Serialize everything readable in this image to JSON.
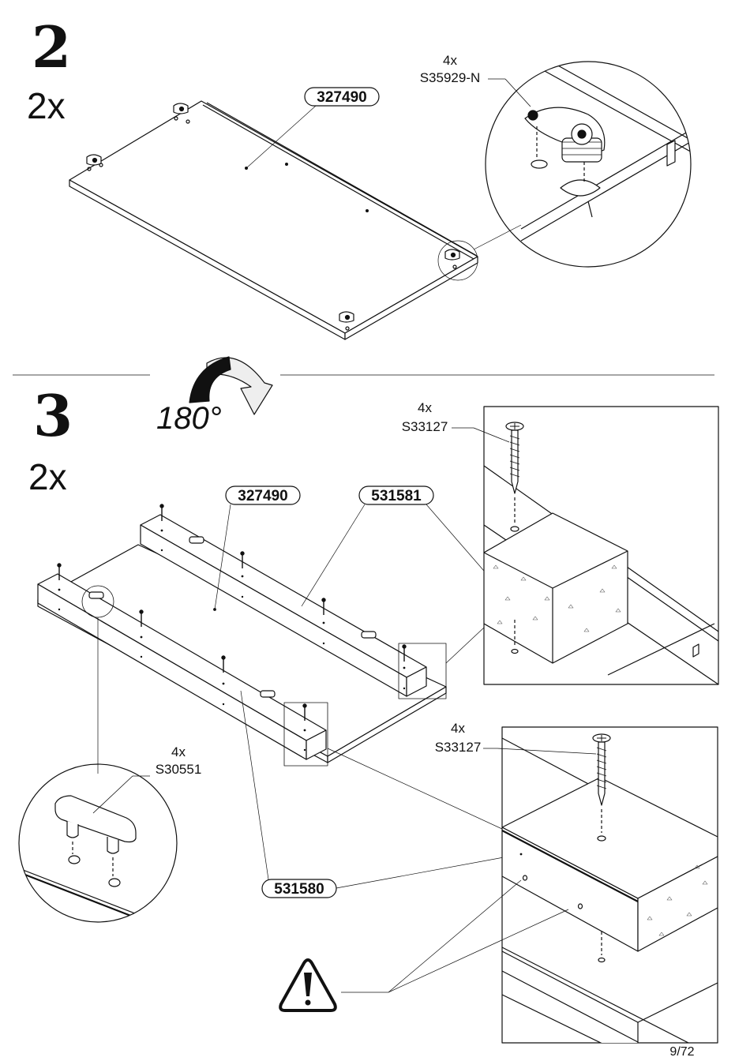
{
  "step2": {
    "number": "2",
    "quantity": "2x",
    "part_label": "327490",
    "fitting": {
      "qty": "4x",
      "code": "S35929-N"
    }
  },
  "rotation": {
    "text": "180°"
  },
  "step3": {
    "number": "3",
    "quantity": "2x",
    "part_a": "327490",
    "part_b": "531581",
    "part_c": "531580",
    "screw_top": {
      "qty": "4x",
      "code": "S33127"
    },
    "screw_bottom": {
      "qty": "4x",
      "code": "S33127"
    },
    "dowel": {
      "qty": "4x",
      "code": "S30551"
    }
  },
  "warning": {
    "icon": "warning-triangle-icon"
  },
  "page": {
    "number": "9/72"
  }
}
